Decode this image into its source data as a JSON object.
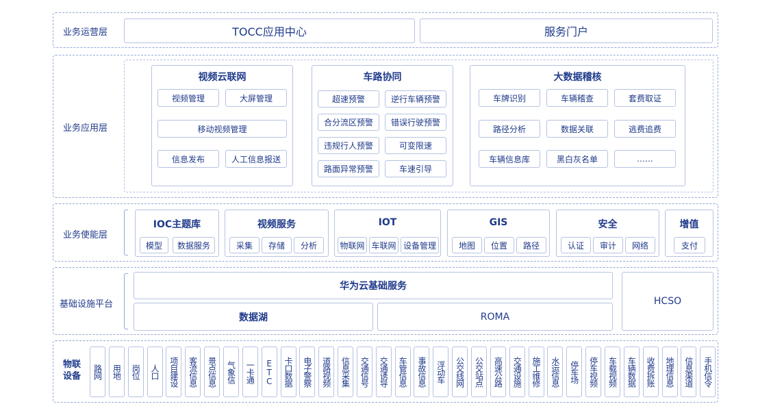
{
  "ops": {
    "label": "业务运营层",
    "tocc": "TOCC应用中心",
    "portal": "服务门户"
  },
  "app": {
    "label": "业务应用层",
    "video": {
      "title": "视频云联网",
      "items": [
        "视频管理",
        "大屏管理",
        "移动视频管理",
        "信息发布",
        "人工信息报送"
      ]
    },
    "road": {
      "title": "车路协同",
      "items": [
        "超速预警",
        "逆行车辆预警",
        "合分流区预警",
        "错误行驶预警",
        "违规行人预警",
        "可变限速",
        "路面异常预警",
        "车速引导"
      ]
    },
    "bigdata": {
      "title": "大数据稽核",
      "items": [
        "车牌识别",
        "车辆稽查",
        "套费取证",
        "路径分析",
        "数据关联",
        "逃费追费",
        "车辆信息库",
        "黑白灰名单",
        "……"
      ]
    }
  },
  "enable": {
    "label": "业务使能层",
    "groups": [
      {
        "title": "IOC主题库",
        "items": [
          "模型",
          "数据服务"
        ]
      },
      {
        "title": "视频服务",
        "items": [
          "采集",
          "存储",
          "分析"
        ]
      },
      {
        "title": "IOT",
        "items": [
          "物联网",
          "车联网",
          "设备管理"
        ]
      },
      {
        "title": "GIS",
        "items": [
          "地图",
          "位置",
          "路径"
        ]
      },
      {
        "title": "安全",
        "items": [
          "认证",
          "审计",
          "网络"
        ]
      },
      {
        "title": "增值",
        "items": [
          "支付"
        ]
      }
    ]
  },
  "infra": {
    "label": "基础设施平台",
    "huawei": "华为云基础服务",
    "datalake": "数据湖",
    "roma": "ROMA",
    "hcso": "HCSO"
  },
  "iot": {
    "label": "物联设备",
    "devices": [
      "路网",
      "用地",
      "岗位",
      "人口",
      "项目建设",
      "客流信息",
      "景点信息",
      "气象信",
      "一卡通",
      "ETC",
      "卡口数据",
      "电子警察",
      "道路视频",
      "信息采集",
      "交通信号",
      "交通诱导",
      "车管信息",
      "事故信息",
      "浮动车",
      "公交线网",
      "公交站点",
      "高速公路",
      "交通设施",
      "施工维修",
      "水运信息",
      "停车场",
      "停车视频",
      "车载视频",
      "车辆数据",
      "收费拆账",
      "地理信息",
      "信息渠道",
      "手机信令"
    ]
  }
}
